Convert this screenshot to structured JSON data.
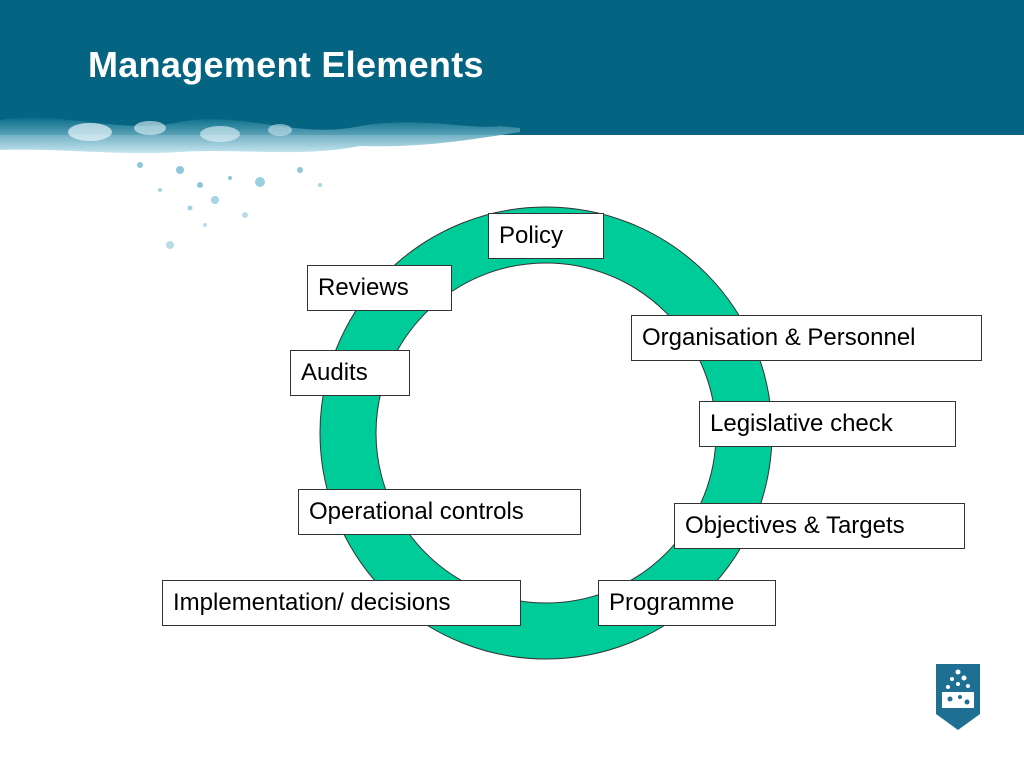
{
  "slide": {
    "title": "Management Elements"
  },
  "diagram": {
    "type": "cycle",
    "ring_color": "#00cc99",
    "header_color": "#046482",
    "elements": [
      "Policy",
      "Organisation & Personnel",
      "Legislative check",
      "Objectives & Targets",
      "Programme",
      "Implementation/ decisions",
      "Operational controls",
      "Audits",
      "Reviews"
    ]
  },
  "icons": {
    "header_decoration": "water-splash-icon",
    "logo": "shield-logo-icon"
  }
}
